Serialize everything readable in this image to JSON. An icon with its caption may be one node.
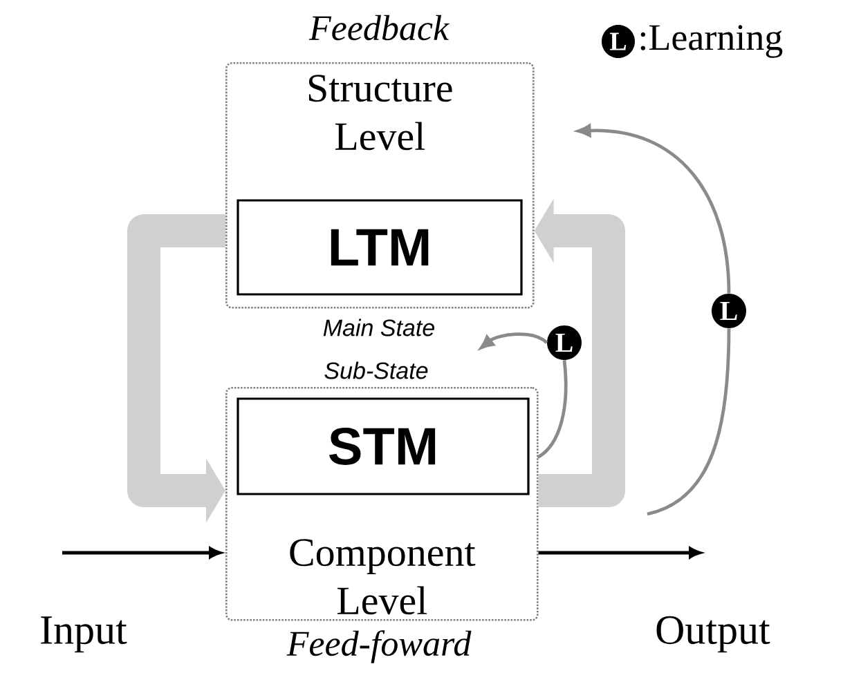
{
  "diagram": {
    "nodes": [
      {
        "text": [
          "Structure Level"
        ],
        "beside": [
          "Feedback",
          "Main State"
        ]
      },
      {
        "text": [
          "LTM"
        ],
        "in": 0
      },
      {
        "text": [
          "Component Level"
        ],
        "beside": [
          "Sub-State",
          "Feed-foward"
        ]
      },
      {
        "text": [
          "STM"
        ],
        "in": 2
      },
      {
        "text": [
          "Input"
        ]
      },
      {
        "text": [
          "Output"
        ]
      },
      {
        "text": [
          "L"
        ]
      },
      {
        "text": [
          "L"
        ]
      }
    ],
    "edges": [
      {
        "from": 4,
        "to": 2,
        "arrow": "to",
        "color": "#000000"
      },
      {
        "from": 2,
        "to": 5,
        "arrow": "to",
        "color": "#000000"
      },
      {
        "from": 0,
        "to": 2,
        "arrow": "to",
        "style": "thick",
        "color": "#d0d0d0"
      },
      {
        "from": 2,
        "to": 0,
        "arrow": "to",
        "style": "thick",
        "color": "#d0d0d0"
      },
      {
        "from": 3,
        "to": 6,
        "arrow": "none",
        "color": "#8a8a8a"
      },
      {
        "from": 6,
        "to": null,
        "arrow": "to",
        "color": "#8a8a8a"
      },
      {
        "from": null,
        "to": 7,
        "arrow": "none",
        "color": "#8a8a8a"
      },
      {
        "from": 7,
        "to": 0,
        "arrow": "to",
        "color": "#8a8a8a"
      }
    ],
    "labels": [
      "L"
    ],
    "legend": [
      {
        "text": ":Learning"
      }
    ]
  }
}
